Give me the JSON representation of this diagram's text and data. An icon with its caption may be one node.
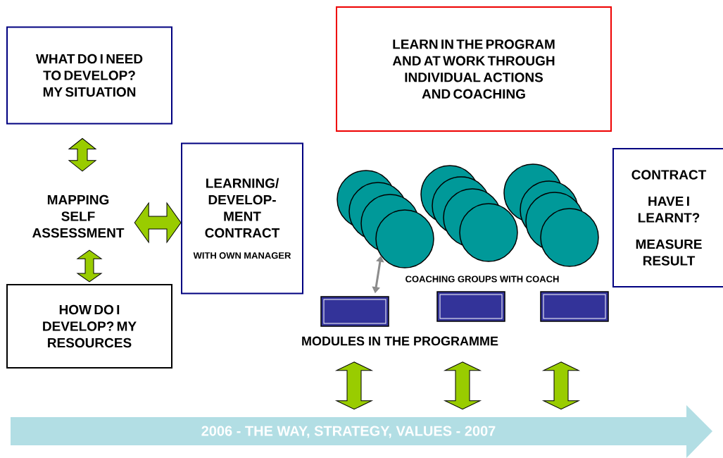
{
  "diagram": {
    "nodes": [
      {
        "text": [
          "WHAT DO I NEED TO DEVELOP? MY SITUATION"
        ]
      },
      {
        "text": [
          "LEARN IN THE PROGRAM AND AT WORK THROUGH INDIVIDUAL ACTIONS AND COACHING"
        ]
      },
      {
        "text": [
          "MAPPING SELF ASSESSMENT"
        ]
      },
      {
        "text": [
          "LEARNING/ DEVELOP- MENT CONTRACT",
          "WITH OWN MANAGER"
        ]
      },
      {
        "text": [
          "CONTRACT",
          "HAVE I LEARNT?",
          "MEASURE RESULT"
        ]
      },
      {
        "text": [],
        "shape": "circle"
      },
      {
        "text": [],
        "shape": "circle"
      },
      {
        "text": [],
        "shape": "circle"
      },
      {
        "text": [
          "HOW DO I DEVELOP? MY RESOURCES"
        ]
      },
      {
        "text": [],
        "shape": "box"
      },
      {
        "text": [],
        "shape": "box"
      },
      {
        "text": [],
        "shape": "box"
      },
      {
        "text": [
          "2006 - THE WAY, STRATEGY, VALUES - 2007"
        ]
      }
    ],
    "edges": [
      {
        "from": 0,
        "to": 2,
        "arrow": "both"
      },
      {
        "from": 2,
        "to": 3,
        "arrow": "both"
      },
      {
        "from": 2,
        "to": 8,
        "arrow": "both"
      },
      {
        "from": 9,
        "to": 5,
        "arrow": "both",
        "color": "#8c8c8c"
      },
      {
        "from": 9,
        "to": 12,
        "arrow": "both"
      },
      {
        "from": 10,
        "to": 12,
        "arrow": "both"
      },
      {
        "from": 11,
        "to": 12,
        "arrow": "both"
      }
    ],
    "labels": [
      "COACHING GROUPS WITH COACH",
      "MODULES IN THE PROGRAMME"
    ]
  }
}
